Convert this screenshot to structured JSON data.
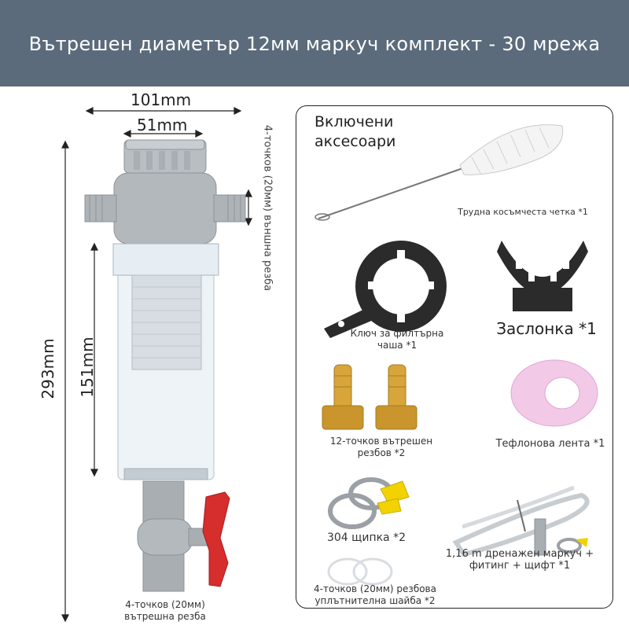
{
  "header": {
    "title": "Вътрешен диаметър 12мм маркуч комплект - 30 мрежа"
  },
  "dimensions": {
    "width_total": "101mm",
    "width_inner": "51mm",
    "height_total": "293mm",
    "height_body": "151mm",
    "thread_top": "4-точков (20мм) външна резба",
    "thread_bottom_line1": "4-точков (20мм)",
    "thread_bottom_line2": "вътрешна резба"
  },
  "accessories": {
    "title_line1": "Включени",
    "title_line2": "аксесоари",
    "brush": "Трудна косъмчеста четка *1",
    "wrench_line1": "Ключ за филтърна",
    "wrench_line2": "чаша *1",
    "bracket": "Заслонка *1",
    "fittings_line1": "12-точков вътрешен",
    "fittings_line2": "резбов *2",
    "tape": "Тефлонова лента *1",
    "clamp": "304 щипка *2",
    "hose_line1": "1,16 m дренажен маркуч +",
    "hose_line2": "фитинг + щифт *1",
    "gasket_line1": "4-точков (20мм) резбова",
    "gasket_line2": "уплътнителна шайба *2"
  }
}
